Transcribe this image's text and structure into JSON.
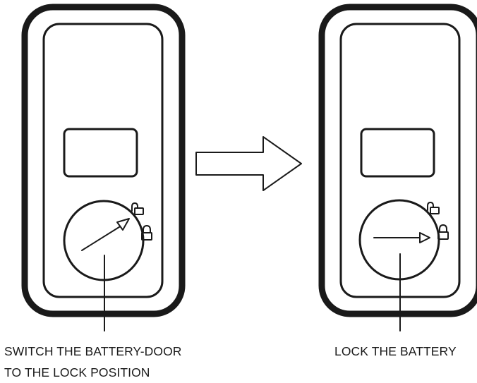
{
  "captions": {
    "left": {
      "line1": "SWITCH THE BATTERY-DOOR",
      "line2": "TO THE LOCK POSITION"
    },
    "right": {
      "line1": "LOCK THE BATTERY"
    }
  },
  "icons": [
    "unlocked-padlock-icon",
    "locked-padlock-icon",
    "right-arrow-icon"
  ],
  "colors": {
    "stroke": "#1a1a1a",
    "background": "#ffffff"
  }
}
